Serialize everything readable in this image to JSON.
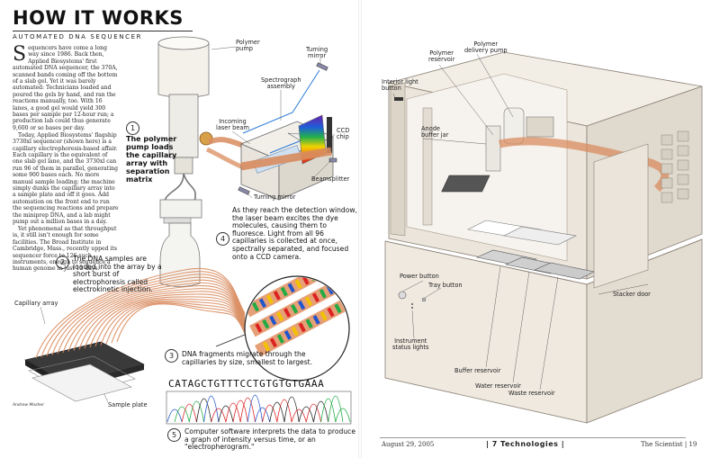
{
  "header": {
    "title": "HOW IT WORKS",
    "subtitle": "AUTOMATED DNA SEQUENCER"
  },
  "article": {
    "dropcap": "S",
    "paragraphs": [
      "equencers have come a long way since 1986. Back then, Applied Biosystems' first automated DNA sequencer, the 370A, scanned bands coming off the bottom of a slab gel. Yet it was barely automated: Technicians loaded and poured the gels by hand, and ran the reactions manually, too. With 16 lanes, a good gel would yield 300 bases per sample per 12-hour run; a production lab could thus generate 9,600 or so bases per day.",
      "Today, Applied Biosystems' flagship 3730xl sequencer (shown here) is a capillary electrophoresis-based affair. Each capillary is the equivalent of one slab gel lane, and the 3730xl can run 96 of them in parallel, generating some 900 bases each. No more manual sample loading; the machine simply dunks the capillary array into a sample plate and off it goes. Add automation on the front end to run the sequencing reactions and prepare the miniprep DNA, and a lab might pump out a million bases in a day.",
      "Yet phenomenal as that throughput is, it still isn't enough for some facilities. The Broad Institute in Cambridge, Mass., recently upped its sequencer force to 126 such instruments, enough to sequence a human genome in just 12 days."
    ]
  },
  "steps": [
    {
      "num": "1",
      "text": "The polymer pump loads the capillary array with separation matrix"
    },
    {
      "num": "2",
      "text": "The DNA samples are loaded into the array by a short burst of electrophoresis called electrokinetic injection."
    },
    {
      "num": "3",
      "text": "DNA fragments migrate through the capillaries by size, smallest to largest."
    },
    {
      "num": "4",
      "text": "As they reach the detection window, the laser beam excites the dye molecules, causing them to fluoresce. Light from all 96 capillaries is collected at once, spectrally separated, and focused onto a CCD camera."
    },
    {
      "num": "5",
      "text": "Computer software interprets the data to produce a graph of intensity versus time, or an \"electropherogram.\""
    }
  ],
  "left_labels": {
    "polymer_pump": "Polymer\npump",
    "turning_mirror_top": "Turning\nmirror",
    "spectrograph": "Spectrograph\nassembly",
    "incoming_laser": "Incoming\nlaser beam",
    "ccd_chip": "CCD\nchip",
    "beamsplitter": "Beamsplitter",
    "turning_mirror_bottom": "Turning mirror",
    "capillary_array": "Capillary array",
    "sample_plate": "Sample plate"
  },
  "dna_sequence": "CATAGCTGTTTCCTGTGTGTGAAA",
  "credit": "Andrew Mosher",
  "right_labels": {
    "interior_light": "Interior light\nbutton",
    "polymer_reservoir": "Polymer\nreservoir",
    "polymer_delivery_pump": "Polymer\ndelivery pump",
    "anode_buffer_jar": "Anode\nbuffer jar",
    "power_button": "Power button",
    "tray_button": "Tray button",
    "stacker_door": "Stacker door",
    "instrument_status": "Instrument\nstatus lights",
    "buffer_reservoir": "Buffer reservoir",
    "water_reservoir": "Water reservoir",
    "waste_reservoir": "Waste reservoir"
  },
  "footer": {
    "date": "August 29, 2005",
    "section": "| 7 Technologies |",
    "publication": "The Scientist | 19"
  },
  "colors": {
    "capillary": "#d98c5f",
    "machine_body": "#ece6dd",
    "blue": "#2255cc",
    "green": "#22aa44",
    "red": "#dd2222",
    "yellow": "#f2c200"
  }
}
